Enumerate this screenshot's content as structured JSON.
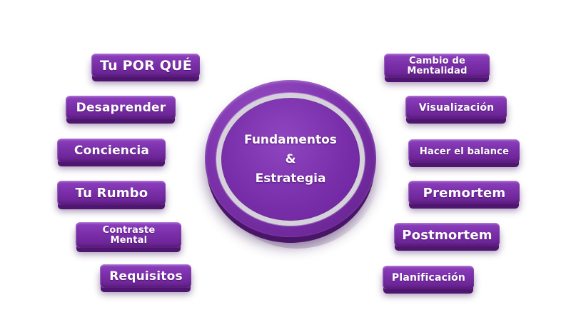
{
  "center": {
    "line1": "Fundamentos",
    "line2": "&",
    "line3": "Estrategia"
  },
  "left_items": [
    {
      "label": "Tu POR QUÉ"
    },
    {
      "label": "Desaprender"
    },
    {
      "label": "Conciencia"
    },
    {
      "label": "Tu Rumbo"
    },
    {
      "line1": "Contraste",
      "line2": "Mental"
    },
    {
      "label": "Requisitos"
    }
  ],
  "right_items": [
    {
      "line1": "Cambio de",
      "line2": "Mentalidad"
    },
    {
      "label": "Visualización"
    },
    {
      "label": "Hacer el balance"
    },
    {
      "label": "Premortem"
    },
    {
      "label": "Postmortem"
    },
    {
      "label": "Planificación"
    }
  ],
  "colors": {
    "pill_base": "#7a2fa9",
    "pill_shadow": "#4e1670",
    "ring": "#d6d2dc",
    "text": "#ffffff"
  }
}
